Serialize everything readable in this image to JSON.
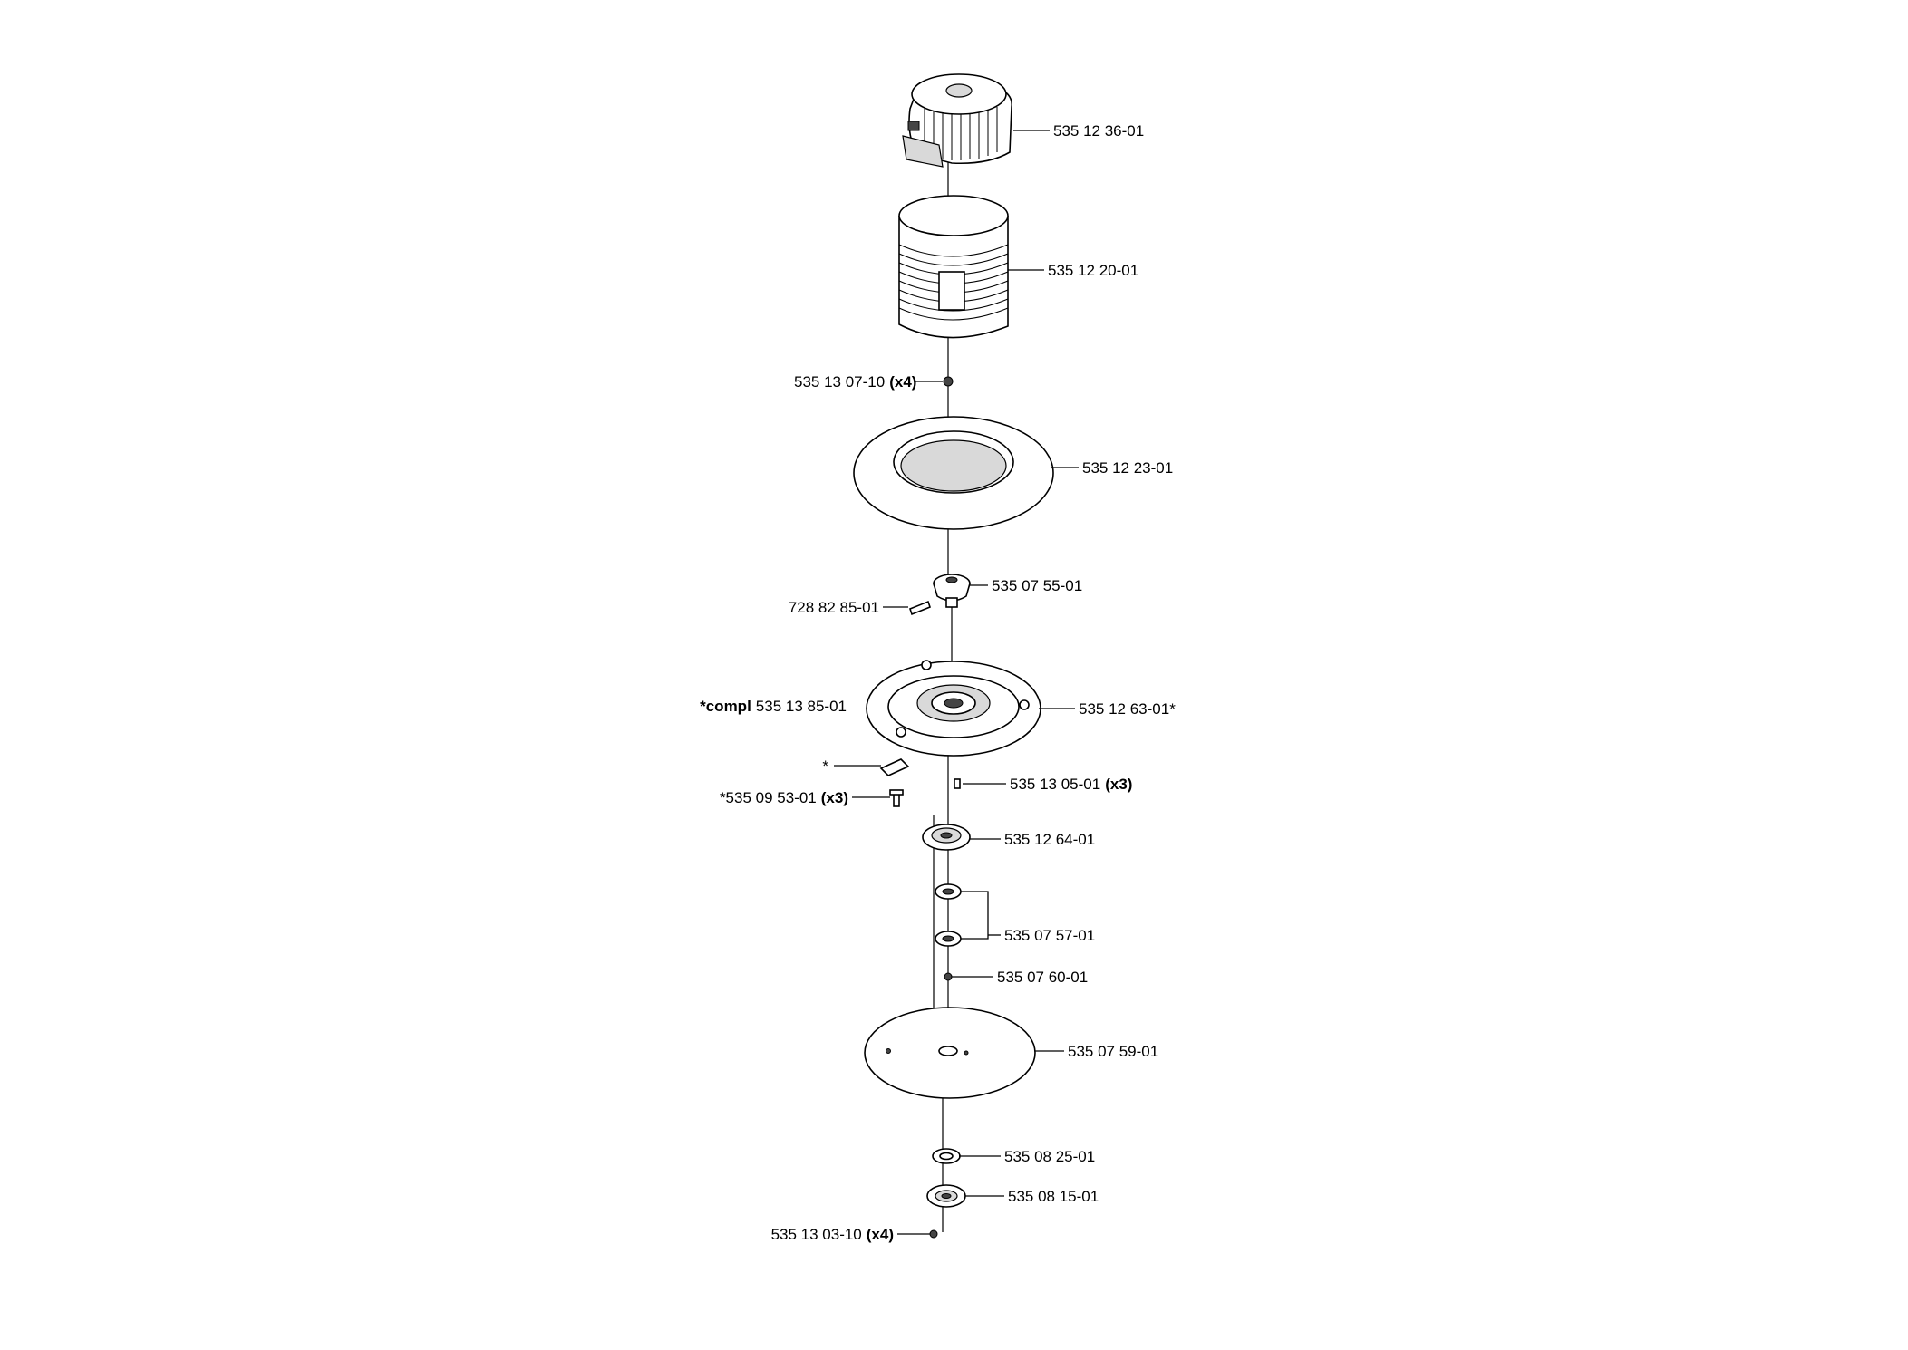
{
  "labels": {
    "motor": "535 12 36-01",
    "housing": "535 12 20-01",
    "screw_top": "535 13 07-10",
    "screw_top_qty": "(x4)",
    "ring_plate": "535 12 23-01",
    "hub": "535 07 55-01",
    "set_screw": "728 82 85-01",
    "compl_prefix": "*compl",
    "compl_number": "535 13 85-01",
    "blade_disc": "535 12 63-01*",
    "blade_marker": "*",
    "blade_screw": "*535 09 53-01",
    "blade_screw_qty": "(x3)",
    "disc_screw": "535 13 05-01",
    "disc_screw_qty": "(x3)",
    "bearing_housing": "535 12 64-01",
    "bearing": "535 07 57-01",
    "circlip": "535 07 60-01",
    "skid_plate": "535 07 59-01",
    "washer": "535 08 25-01",
    "bottom_hub": "535 08 15-01",
    "screw_bottom": "535 13 03-10",
    "screw_bottom_qty": "(x4)"
  }
}
